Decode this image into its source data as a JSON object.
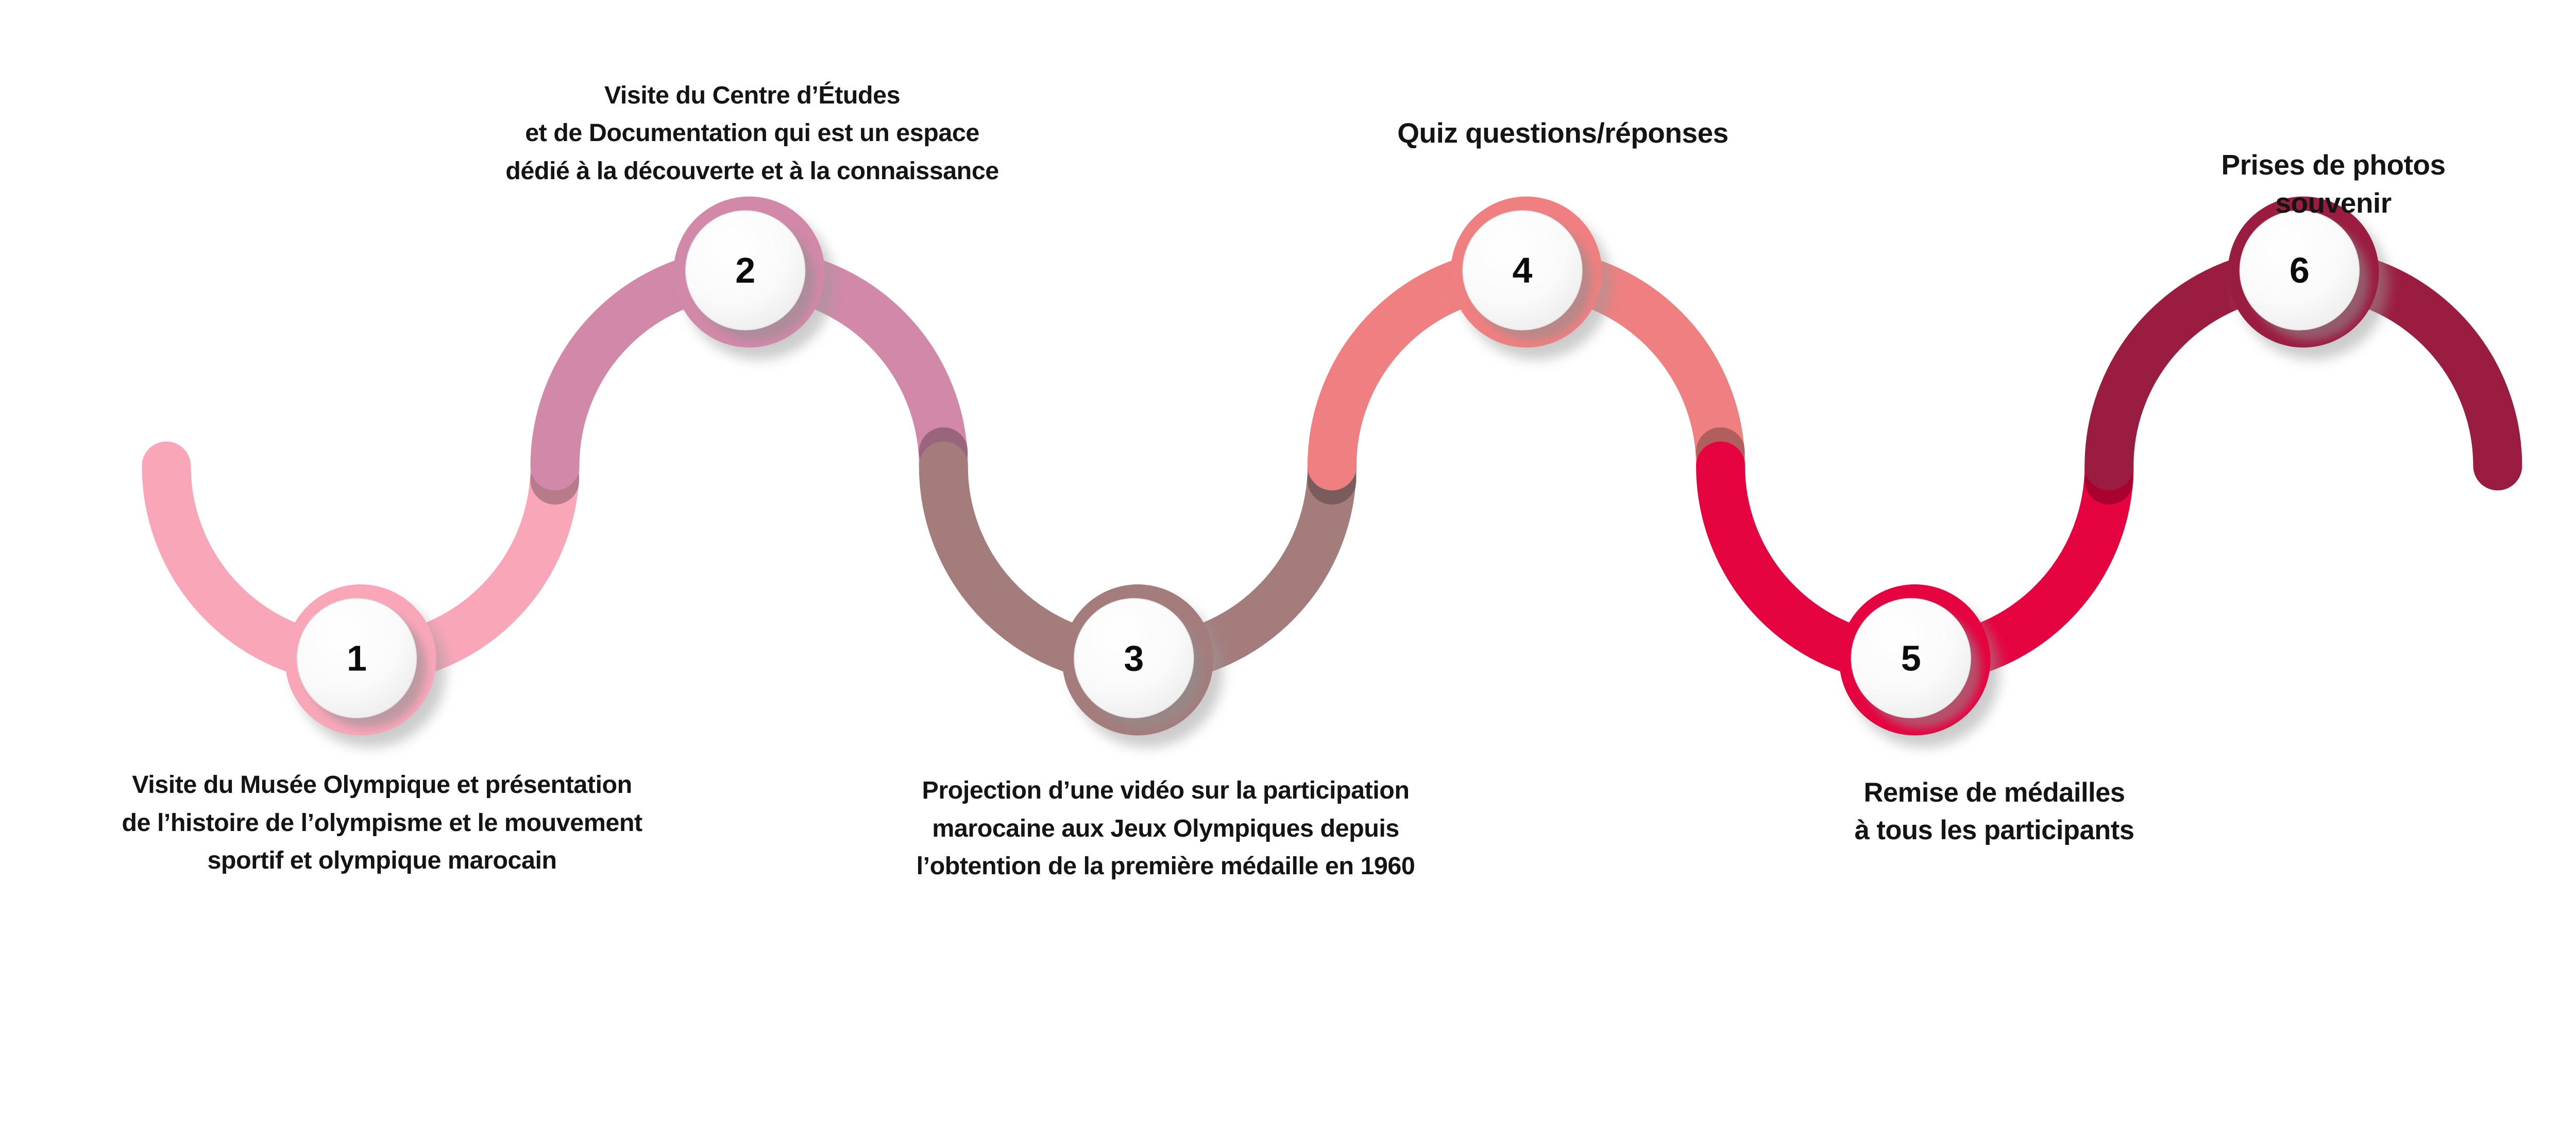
{
  "background_color": "#ffffff",
  "text_color": "#141414",
  "steps": [
    {
      "number": "1",
      "color": "#F9A6B9",
      "label": "Visite du Musée Olympique et présentation\nde l’histoire de l’olympisme et le mouvement\nsportif et olympique marocain",
      "label_position": "bottom"
    },
    {
      "number": "2",
      "color": "#D288A9",
      "label": "Visite du Centre d’Études\net de Documentation qui est un espace\ndédié à la découverte et à la connaissance",
      "label_position": "top"
    },
    {
      "number": "3",
      "color": "#A57C7C",
      "label": "Projection d’une vidéo sur la participation\nmarocaine aux Jeux Olympiques depuis\nl’obtention de la première médaille en 1960",
      "label_position": "bottom"
    },
    {
      "number": "4",
      "color": "#EF7F80",
      "label": "Quiz questions/réponses",
      "label_position": "top"
    },
    {
      "number": "5",
      "color": "#E50340",
      "label": "Remise de médailles\nà tous les participants",
      "label_position": "bottom"
    },
    {
      "number": "6",
      "color": "#9B1C41",
      "label": "Prises de photos souvenir",
      "label_position": "top"
    }
  ]
}
